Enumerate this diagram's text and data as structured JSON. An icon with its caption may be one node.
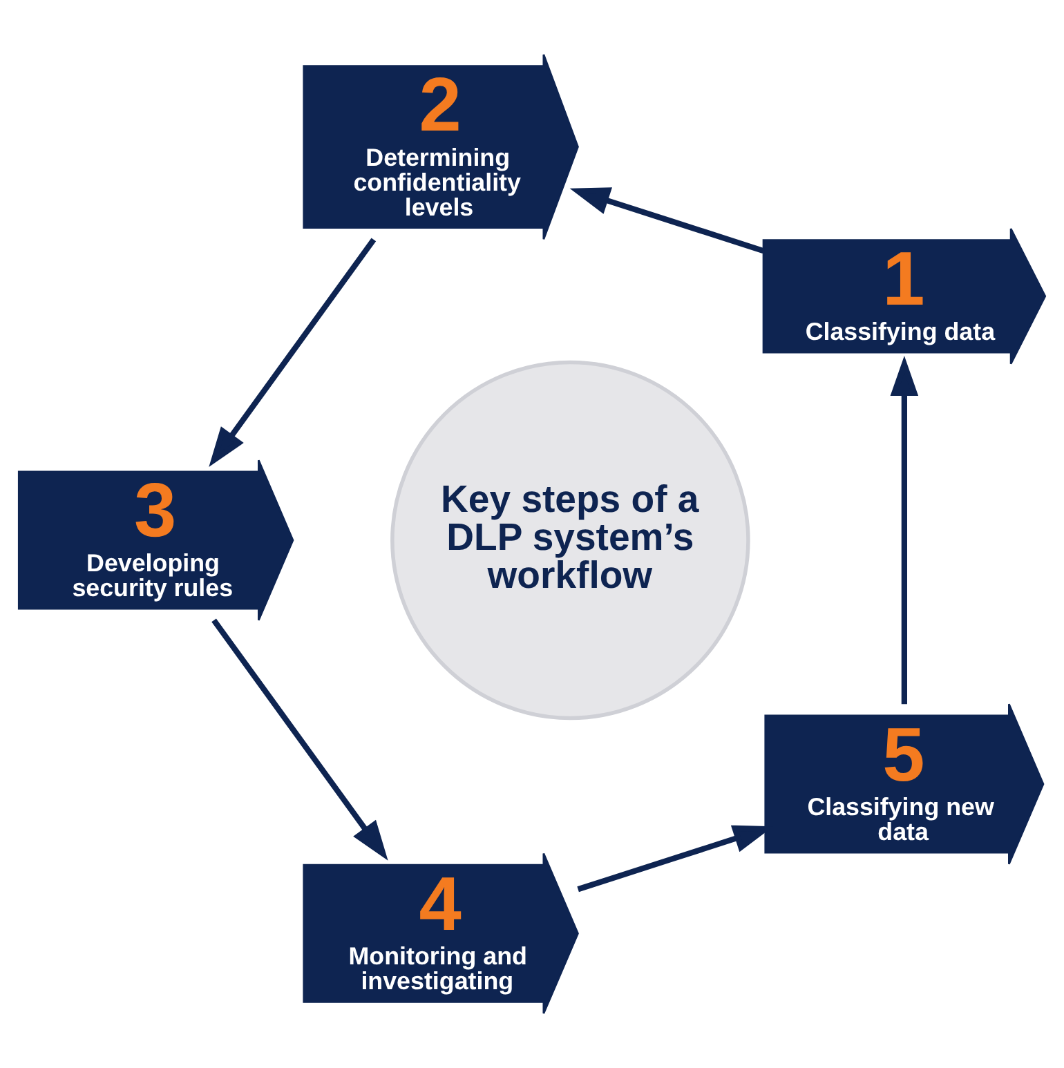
{
  "diagram": {
    "nodes": [
      {
        "text": [
          "Key steps of a DLP system’s workflow"
        ]
      },
      {
        "text": [
          "1",
          "Classifying data"
        ]
      },
      {
        "text": [
          "2",
          "Determining confidentiality levels"
        ]
      },
      {
        "text": [
          "3",
          "Developing security rules"
        ]
      },
      {
        "text": [
          "4",
          "Monitoring and investigating"
        ]
      },
      {
        "text": [
          "5",
          "Classifying new data"
        ]
      }
    ],
    "edges": [
      {
        "from": 1,
        "to": 2,
        "arrow": "to"
      },
      {
        "from": 2,
        "to": 3,
        "arrow": "to"
      },
      {
        "from": 3,
        "to": 4,
        "arrow": "to"
      },
      {
        "from": 4,
        "to": 5,
        "arrow": "to"
      },
      {
        "from": 5,
        "to": 1,
        "arrow": "to"
      }
    ]
  }
}
